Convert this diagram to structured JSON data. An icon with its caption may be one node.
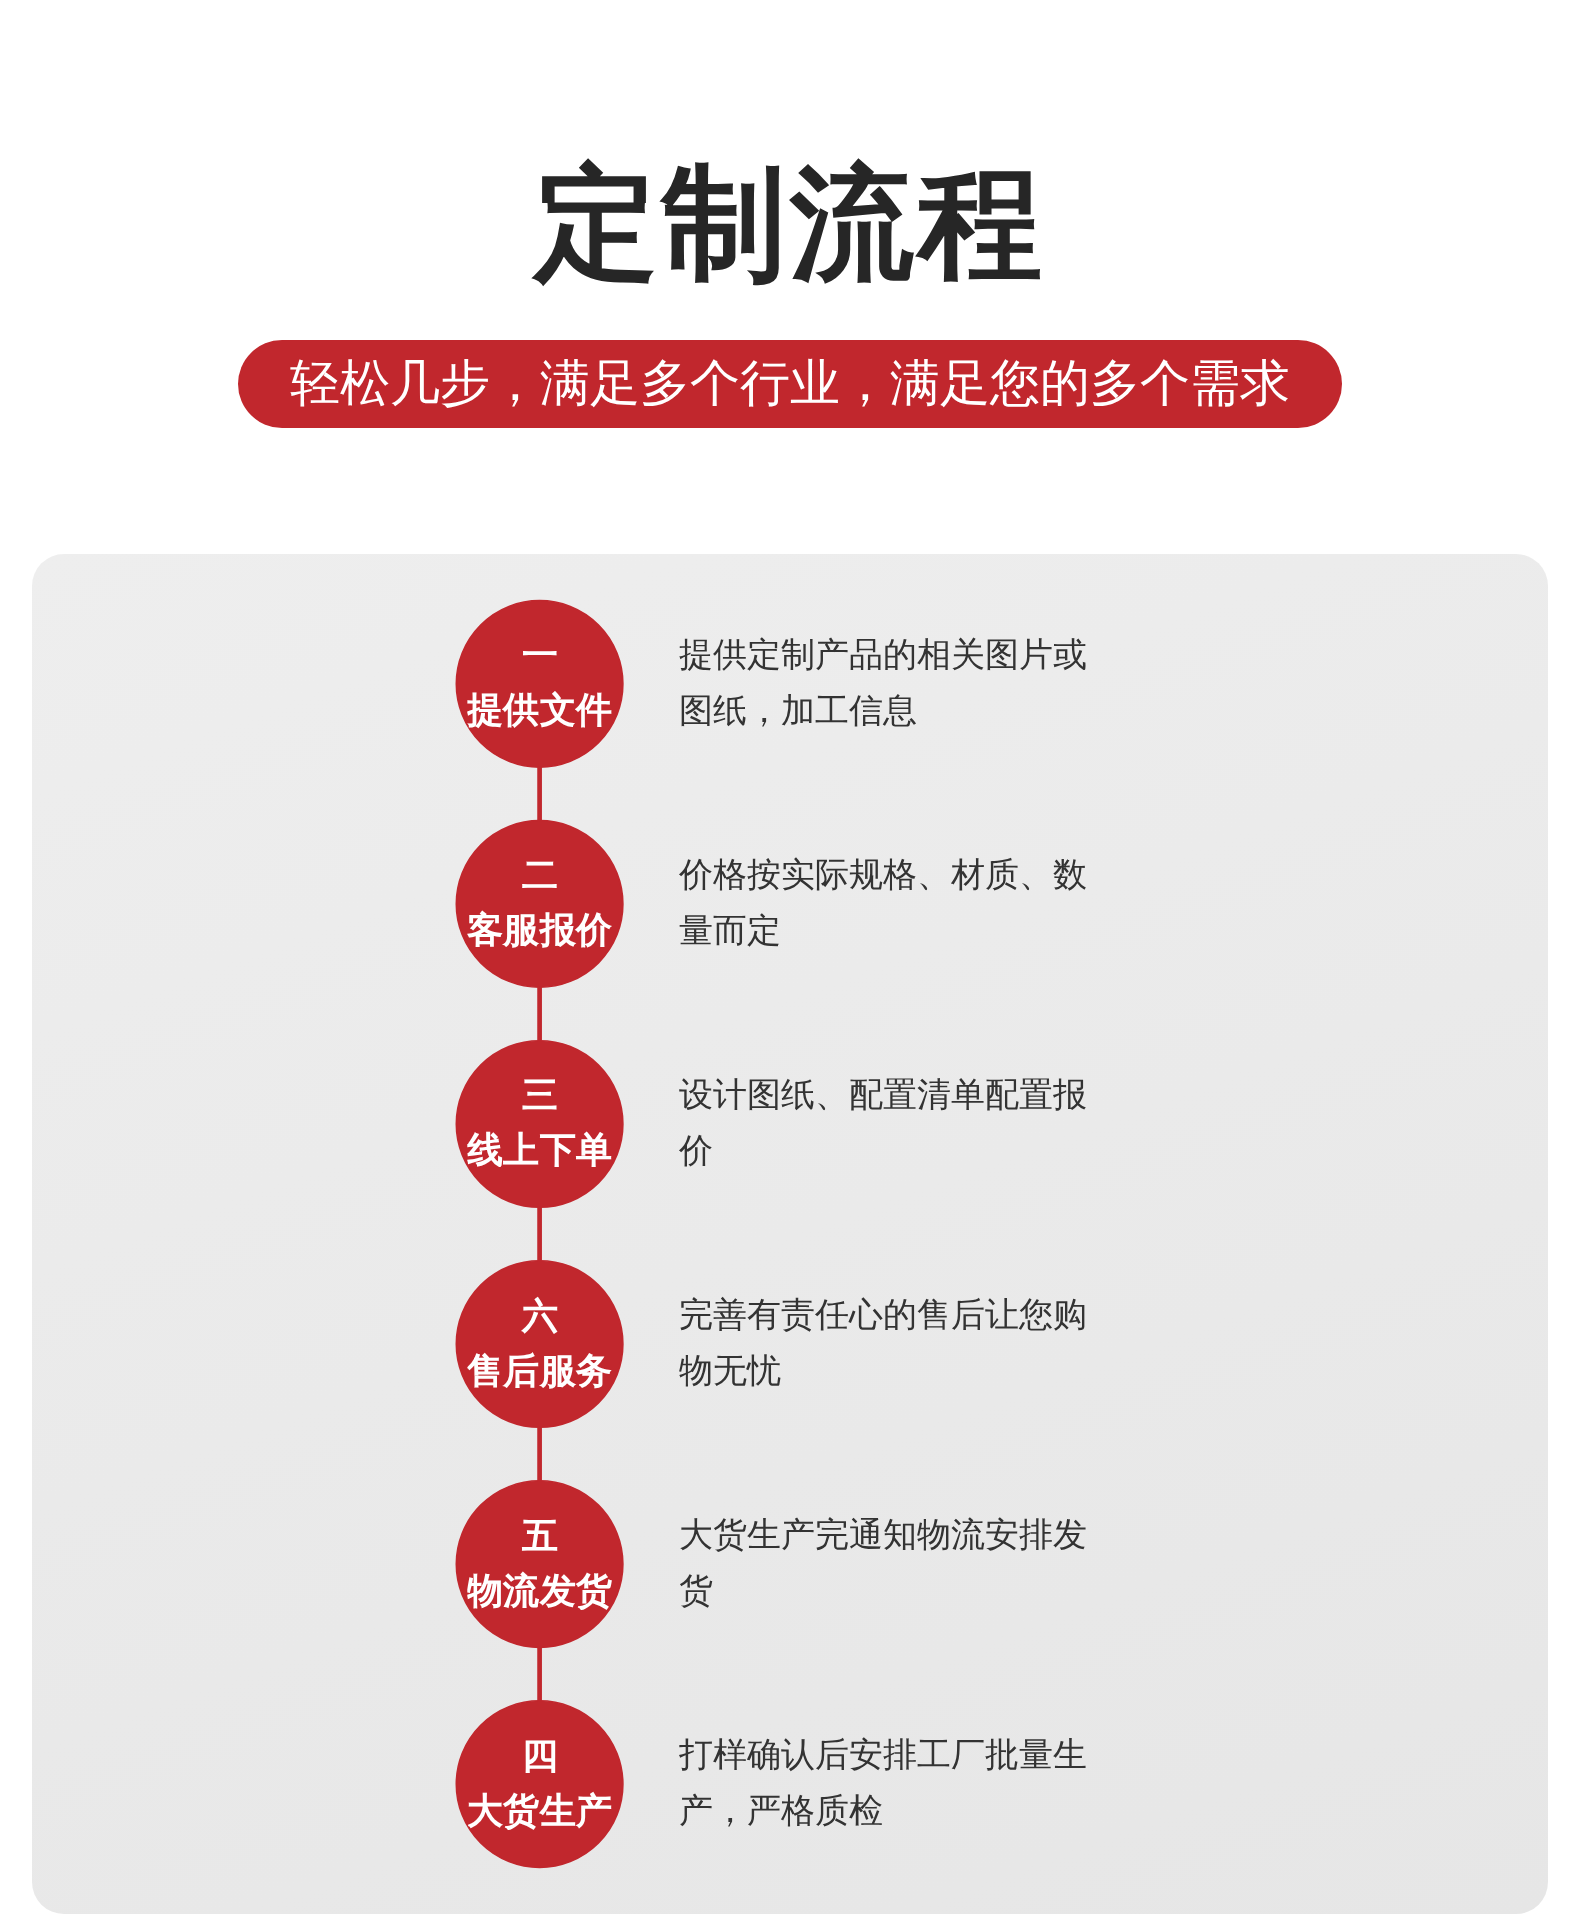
{
  "diagram": {
    "title": "定制流程",
    "nodes": [
      {
        "text": [
          "一",
          "提供文件"
        ],
        "beside": [
          "提供定制产品的相关图片或图纸，加工信息"
        ]
      },
      {
        "text": [
          "二",
          "客服报价"
        ],
        "beside": [
          "价格按实际规格、材质、数量而定"
        ]
      },
      {
        "text": [
          "三",
          "线上下单"
        ],
        "beside": [
          "设计图纸、配置清单配置报价"
        ]
      },
      {
        "text": [
          "四",
          "大货生产"
        ],
        "beside": [
          "打样确认后安排工厂批量生产，严格质检"
        ]
      },
      {
        "text": [
          "五",
          "物流发货"
        ],
        "beside": [
          "大货生产完通知物流安排发货"
        ]
      },
      {
        "text": [
          "六",
          "售后服务"
        ],
        "beside": [
          "完善有责任心的售后让您购物无忧"
        ]
      }
    ],
    "edges": [
      {
        "from": 0,
        "to": 1,
        "arrow": "none"
      },
      {
        "from": 1,
        "to": 2,
        "arrow": "none"
      },
      {
        "from": 2,
        "to": 5,
        "arrow": "none"
      },
      {
        "from": 5,
        "to": 4,
        "arrow": "none"
      },
      {
        "from": 4,
        "to": 3,
        "arrow": "none"
      }
    ],
    "labels": [
      "轻松几步，满足多个行业，满足您的多个需求"
    ]
  }
}
